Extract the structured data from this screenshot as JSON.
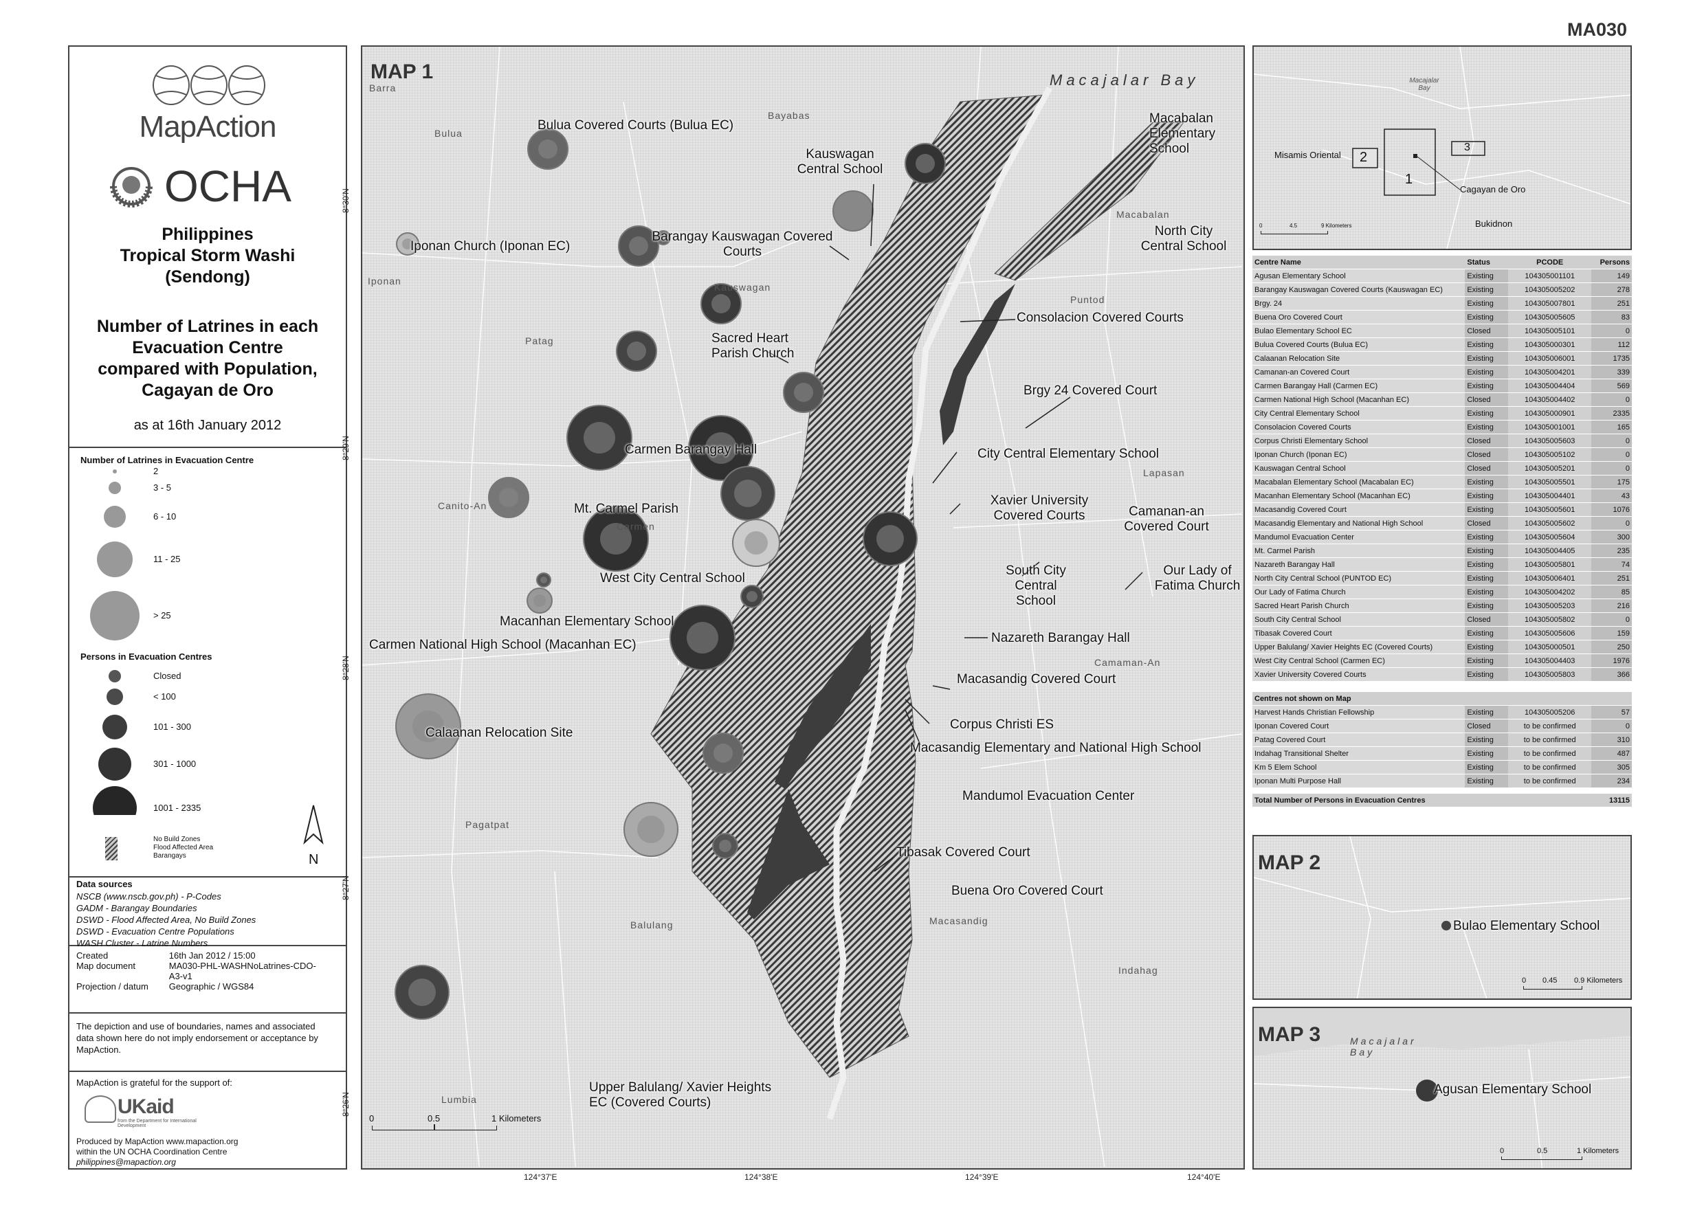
{
  "map_code": "MA030",
  "sidebar": {
    "org1": "MapAction",
    "org2": "OCHA",
    "title_line1": "Philippines",
    "title_line2": "Tropical Storm Washi",
    "title_line3": "(Sendong)",
    "subtitle_line1": "Number of Latrines in each",
    "subtitle_line2": "Evacuation Centre",
    "subtitle_line3": "compared with Population,",
    "subtitle_line4": "Cagayan de Oro",
    "date": "as at 16th January 2012",
    "legend_latrines_title": "Number of Latrines in Evacuation Centre",
    "latrine_classes": [
      "2",
      "3 - 5",
      "6 - 10",
      "11 - 25",
      "> 25"
    ],
    "legend_persons_title": "Persons in Evacuation Centres",
    "person_classes": [
      "Closed",
      "< 100",
      "101 - 300",
      "301 - 1000",
      "1001 - 2335"
    ],
    "zones": [
      "No Build Zones",
      "Flood Affected Area",
      "Barangays"
    ],
    "north": "N",
    "data_sources_title": "Data sources",
    "data_sources": [
      "NSCB (www.nscb.gov.ph) - P-Codes",
      "GADM - Barangay Boundaries",
      "DSWD - Flood Affected Area, No Build Zones",
      "DSWD - Evacuation Centre Populations",
      "WASH Cluster - Latrine Numbers"
    ],
    "meta": [
      {
        "k": "Created",
        "v": "16th Jan 2012 / 15:00"
      },
      {
        "k": "Map document",
        "v": "MA030-PHL-WASHNoLatrines-CDO-A3-v1"
      },
      {
        "k": "Projection / datum",
        "v": "Geographic / WGS84"
      }
    ],
    "disclaimer": "The depiction and use of boundaries, names and associated data shown here do not imply endorsement or acceptance by MapAction.",
    "support": "MapAction is grateful for the support of:",
    "ukaid": "UKaid",
    "ukaid_sub": "from the Department for International Development",
    "produced_1": "Produced by MapAction www.mapaction.org",
    "produced_2": "within the UN OCHA Coordination Centre",
    "produced_3": "philippines@mapaction.org"
  },
  "map1": {
    "title": "MAP 1",
    "sea": "Macajalar Bay",
    "scale": [
      "0",
      "0.5",
      "1 Kilometers"
    ],
    "lat_ticks": [
      "8°30'N",
      "8°29'N",
      "8°28'N",
      "8°27'N",
      "8°26'N"
    ],
    "lon_ticks": [
      "124°37'E",
      "124°38'E",
      "124°39'E",
      "124°40'E"
    ],
    "places": [
      "Barra",
      "Bayabas",
      "Bulua",
      "Iponan",
      "Kauswagan",
      "Patag",
      "Puntod",
      "Macabalan",
      "Lapasan",
      "Canito-An",
      "Carmen",
      "Camaman-An",
      "Pagatpat",
      "Balulang",
      "Macasandig",
      "Indahag",
      "Lumbia"
    ],
    "centres": [
      "Bulua Covered Courts (Bulua EC)",
      "Kauswagan Central School",
      "Macabalan Elementary School",
      "Iponan Church (Iponan EC)",
      "Barangay Kauswagan Covered Courts",
      "North City Central School",
      "Consolacion Covered Courts",
      "Sacred Heart Parish Church",
      "Brgy 24 Covered Court",
      "Carmen Barangay Hall",
      "City Central Elementary School",
      "Xavier University Covered Courts",
      "Mt. Carmel Parish",
      "Camanan-an Covered Court",
      "West City Central School",
      "South City Central School",
      "Our Lady of Fatima Church",
      "Macanhan Elementary School",
      "Carmen National High School (Macanhan EC)",
      "Nazareth Barangay Hall",
      "Macasandig Covered Court",
      "Corpus Christi ES",
      "Macasandig Elementary and National High School",
      "Calaanan Relocation Site",
      "Mandumol Evacuation Center",
      "Tibasak Covered Court",
      "Buena Oro Covered Court",
      "Upper Balulang/ Xavier Heights EC (Covered Courts)"
    ]
  },
  "inset": {
    "bay": "Macajalar Bay",
    "province": "Misamis Oriental",
    "city": "Cagayan de Oro",
    "region": "Bukidnon",
    "boxes": [
      "1",
      "2",
      "3"
    ],
    "scale": [
      "0",
      "4.5",
      "9 Kilometers"
    ]
  },
  "table": {
    "headers": [
      "Centre Name",
      "Status",
      "PCODE",
      "Persons"
    ],
    "rows": [
      [
        "Agusan Elementary School",
        "Existing",
        "104305001101",
        "149"
      ],
      [
        "Barangay Kauswagan Covered Courts (Kauswagan EC)",
        "Existing",
        "104305005202",
        "278"
      ],
      [
        "Brgy. 24",
        "Existing",
        "104305007801",
        "251"
      ],
      [
        "Buena Oro Covered Court",
        "Existing",
        "104305005605",
        "83"
      ],
      [
        "Bulao Elementary School EC",
        "Closed",
        "104305005101",
        "0"
      ],
      [
        "Bulua Covered Courts (Bulua EC)",
        "Existing",
        "104305000301",
        "112"
      ],
      [
        "Calaanan Relocation Site",
        "Existing",
        "104305006001",
        "1735"
      ],
      [
        "Camanan-an Covered Court",
        "Existing",
        "104305004201",
        "339"
      ],
      [
        "Carmen Barangay Hall (Carmen EC)",
        "Existing",
        "104305004404",
        "569"
      ],
      [
        "Carmen National High School (Macanhan EC)",
        "Closed",
        "104305004402",
        "0"
      ],
      [
        "City Central Elementary School",
        "Existing",
        "104305000901",
        "2335"
      ],
      [
        "Consolacion Covered Courts",
        "Existing",
        "104305001001",
        "165"
      ],
      [
        "Corpus Christi Elementary School",
        "Closed",
        "104305005603",
        "0"
      ],
      [
        "Iponan Church (Iponan EC)",
        "Closed",
        "104305005102",
        "0"
      ],
      [
        "Kauswagan Central School",
        "Closed",
        "104305005201",
        "0"
      ],
      [
        "Macabalan Elementary School (Macabalan EC)",
        "Existing",
        "104305005501",
        "175"
      ],
      [
        "Macanhan Elementary School (Macanhan EC)",
        "Existing",
        "104305004401",
        "43"
      ],
      [
        "Macasandig Covered Court",
        "Existing",
        "104305005601",
        "1076"
      ],
      [
        "Macasandig Elementary and National High School",
        "Closed",
        "104305005602",
        "0"
      ],
      [
        "Mandumol Evacuation Center",
        "Existing",
        "104305005604",
        "300"
      ],
      [
        "Mt. Carmel Parish",
        "Existing",
        "104305004405",
        "235"
      ],
      [
        "Nazareth Barangay Hall",
        "Existing",
        "104305005801",
        "74"
      ],
      [
        "North City Central School (PUNTOD EC)",
        "Existing",
        "104305006401",
        "251"
      ],
      [
        "Our Lady of Fatima Church",
        "Existing",
        "104305004202",
        "85"
      ],
      [
        "Sacred Heart Parish Church",
        "Existing",
        "104305005203",
        "216"
      ],
      [
        "South City Central School",
        "Closed",
        "104305005802",
        "0"
      ],
      [
        "Tibasak Covered Court",
        "Existing",
        "104305005606",
        "159"
      ],
      [
        "Upper Balulang/ Xavier Heights EC (Covered Courts)",
        "Existing",
        "104305000501",
        "250"
      ],
      [
        "West City Central School (Carmen EC)",
        "Existing",
        "104305004403",
        "1976"
      ],
      [
        "Xavier University Covered Courts",
        "Existing",
        "104305005803",
        "366"
      ]
    ],
    "not_shown_title": "Centres not shown on Map",
    "not_shown": [
      [
        "Harvest Hands Christian Fellowship",
        "Existing",
        "104305005206",
        "57"
      ],
      [
        "Iponan Covered Court",
        "Closed",
        "to be confirmed",
        "0"
      ],
      [
        "Patag Covered Court",
        "Existing",
        "to be confirmed",
        "310"
      ],
      [
        "Indahag Transitional Shelter",
        "Existing",
        "to be confirmed",
        "487"
      ],
      [
        "Km 5 Elem School",
        "Existing",
        "to be confirmed",
        "305"
      ],
      [
        "Iponan Multi Purpose Hall",
        "Existing",
        "to be confirmed",
        "234"
      ]
    ],
    "total_label": "Total Number of Persons in Evacuation Centres",
    "total_value": "13115"
  },
  "map2": {
    "title": "MAP 2",
    "label": "Bulao Elementary School",
    "scale": [
      "0",
      "0.45",
      "0.9 Kilometers"
    ]
  },
  "map3": {
    "title": "MAP 3",
    "bay": "Macajalar Bay",
    "label": "Agusan Elementary School",
    "scale": [
      "0",
      "0.5",
      "1 Kilometers"
    ]
  }
}
